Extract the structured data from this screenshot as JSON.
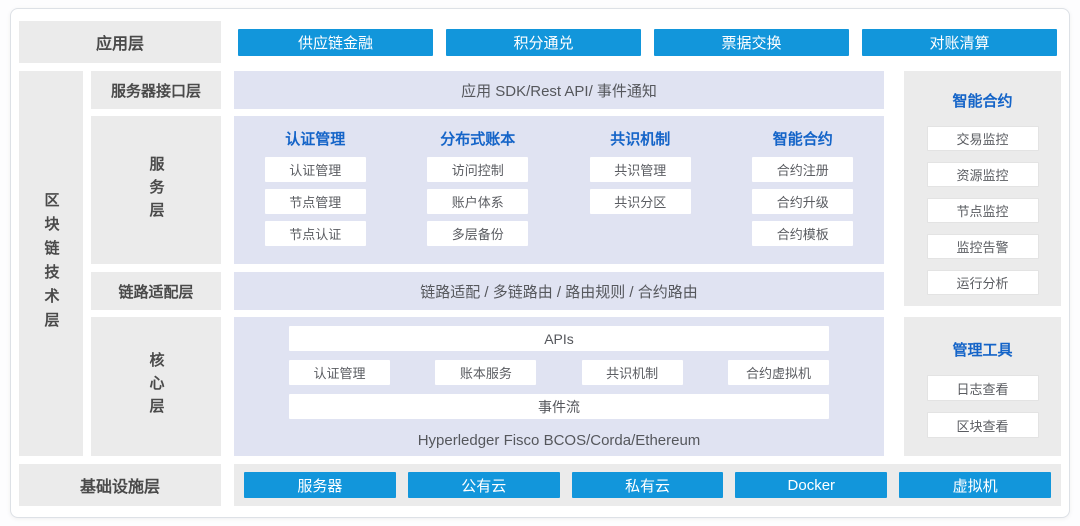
{
  "colors": {
    "button_blue": "#1296db",
    "header_blue": "#1464c8",
    "panel_lavender": "#e0e3f2",
    "panel_gray": "#ebebeb"
  },
  "app_layer": {
    "label": "应用层",
    "buttons": [
      "供应链金融",
      "积分通兑",
      "票据交换",
      "对账清算"
    ]
  },
  "tech_layer": {
    "label": "区块链技术层",
    "interface_layer": {
      "label": "服务器接口层",
      "content": "应用 SDK/Rest API/ 事件通知"
    },
    "service_layer": {
      "label": "服务层",
      "groups": [
        {
          "title": "认证管理",
          "items": [
            "认证管理",
            "节点管理",
            "节点认证"
          ]
        },
        {
          "title": "分布式账本",
          "items": [
            "访问控制",
            "账户体系",
            "多层备份"
          ]
        },
        {
          "title": "共识机制",
          "items": [
            "共识管理",
            "共识分区"
          ]
        },
        {
          "title": "智能合约",
          "items": [
            "合约注册",
            "合约升级",
            "合约模板"
          ]
        }
      ]
    },
    "link_layer": {
      "label": "链路适配层",
      "content": "链路适配 / 多链路由 / 路由规则 / 合约路由"
    },
    "core_layer": {
      "label": "核心层",
      "api_bar": "APIs",
      "modules": [
        "认证管理",
        "账本服务",
        "共识机制",
        "合约虚拟机"
      ],
      "event_bar": "事件流",
      "caption": "Hyperledger Fisco BCOS/Corda/Ethereum"
    }
  },
  "side_panels": [
    {
      "title": "智能合约",
      "items": [
        "交易监控",
        "资源监控",
        "节点监控",
        "监控告警",
        "运行分析"
      ]
    },
    {
      "title": "管理工具",
      "items": [
        "日志查看",
        "区块查看"
      ]
    }
  ],
  "infra_layer": {
    "label": "基础设施层",
    "buttons": [
      "服务器",
      "公有云",
      "私有云",
      "Docker",
      "虚拟机"
    ]
  }
}
